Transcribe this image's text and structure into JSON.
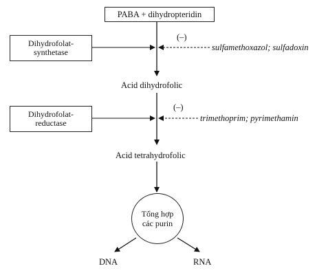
{
  "top_box": "PABA + dihydropteridin",
  "enzyme1": {
    "line1": "Dihydrofolat-",
    "line2": "synthetase"
  },
  "inhibit1": {
    "sign": "(–)",
    "drugs": "sulfamethoxazol; sulfadoxin"
  },
  "product1": "Acid dihydrofolic",
  "enzyme2": {
    "line1": "Dihydrofolat-",
    "line2": "reductase"
  },
  "inhibit2": {
    "sign": "(–)",
    "drugs": "trimethoprim; pyrimethamin"
  },
  "product2": "Acid tetrahydrofolic",
  "circle": {
    "line1": "Tổng hợp",
    "line2": "các purin"
  },
  "outputs": {
    "left": "DNA",
    "right": "RNA"
  }
}
